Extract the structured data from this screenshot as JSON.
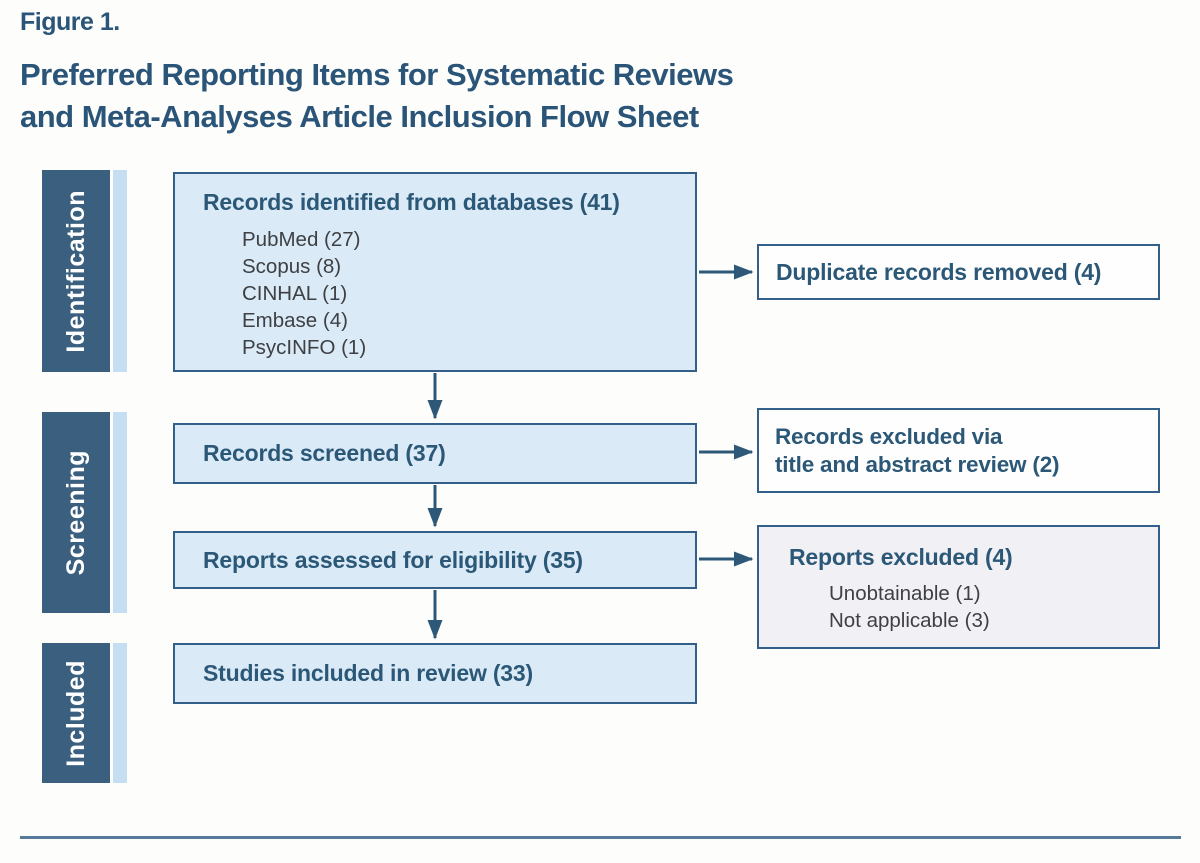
{
  "header": {
    "figure_label": "Figure 1.",
    "title_line1": "Preferred Reporting Items for Systematic Reviews",
    "title_line2": "and Meta-Analyses Article Inclusion Flow Sheet"
  },
  "stages": {
    "identification": "Identification",
    "screening": "Screening",
    "included": "Included"
  },
  "flow": {
    "identified": {
      "title": "Records identified from databases (41)",
      "sources": [
        "PubMed (27)",
        "Scopus (8)",
        "CINHAL (1)",
        "Embase (4)",
        "PsycINFO (1)"
      ]
    },
    "screened": {
      "title": "Records screened (37)"
    },
    "assessed": {
      "title": "Reports assessed for eligibility (35)"
    },
    "included": {
      "title": "Studies included in review (33)"
    }
  },
  "exclusions": {
    "duplicates": {
      "title": "Duplicate records removed (4)"
    },
    "title_abstract": {
      "line1": "Records excluded via",
      "line2": "title and abstract review (2)"
    },
    "reports": {
      "title": "Reports excluded (4)",
      "reasons": [
        "Unobtainable (1)",
        "Not applicable (3)"
      ]
    }
  },
  "colors": {
    "heading_blue": "#2a5578",
    "text_blue": "#2c5878",
    "border_blue": "#33608a",
    "box_fill_blue": "#daeaf7",
    "sidebar_dark": "#3a5f7f",
    "sidebar_strip": "#c5def2",
    "excluded_fill": "#f1f0f5",
    "list_text_gray": "#3e4043",
    "arrow_blue": "#2d5878",
    "rule_blue": "#57799a"
  }
}
